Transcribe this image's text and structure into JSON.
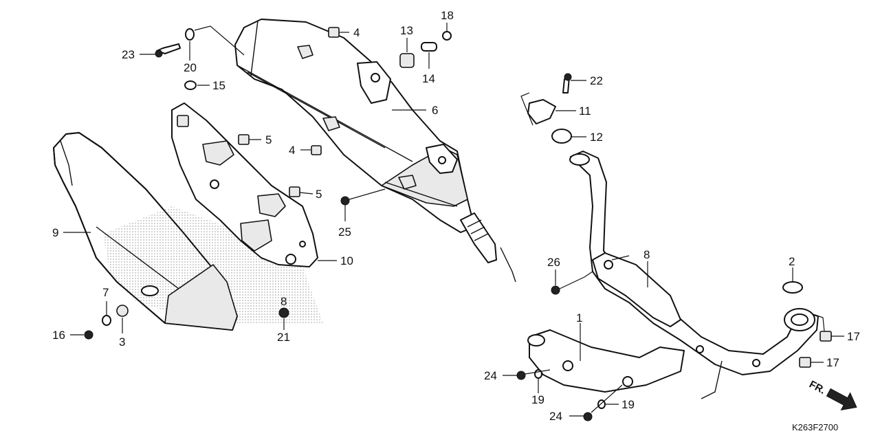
{
  "diagram_code": "K263F2700",
  "front_indicator": "FR.",
  "callouts": {
    "c1": "1",
    "c2": "2",
    "c3": "3",
    "c4a": "4",
    "c4b": "4",
    "c5a": "5",
    "c5b": "5",
    "c6": "6",
    "c7": "7",
    "c8a": "8",
    "c8b": "8",
    "c9": "9",
    "c10": "10",
    "c11": "11",
    "c12": "12",
    "c13": "13",
    "c14": "14",
    "c15": "15",
    "c16": "16",
    "c17a": "17",
    "c17b": "17",
    "c18": "18",
    "c19a": "19",
    "c19b": "19",
    "c20": "20",
    "c21": "21",
    "c22": "22",
    "c23": "23",
    "c24a": "24",
    "c24b": "24",
    "c25": "25",
    "c26": "26"
  },
  "colors": {
    "line": "#111111",
    "fill": "#ffffff",
    "shade": "#e9e9e9"
  }
}
